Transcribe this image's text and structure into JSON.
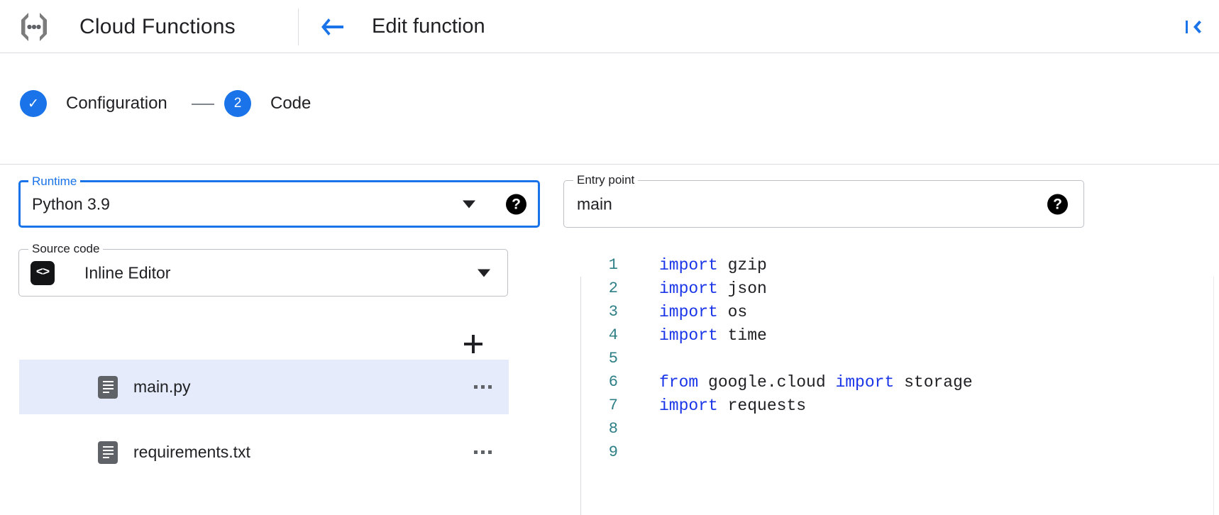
{
  "header": {
    "logo_icon": "cloud-functions-logo",
    "product_title": "Cloud Functions",
    "back_icon": "back-arrow-icon",
    "page_title": "Edit function",
    "collapse_icon": "collapse-panel-icon"
  },
  "stepper": {
    "steps": [
      {
        "marker": "✓",
        "label": "Configuration",
        "state": "completed"
      },
      {
        "marker": "2",
        "label": "Code",
        "state": "active"
      }
    ]
  },
  "form": {
    "runtime": {
      "legend": "Runtime",
      "value": "Python 3.9",
      "focused": true,
      "help_icon": "help-icon",
      "caret_icon": "chevron-down-icon"
    },
    "entry_point": {
      "legend": "Entry point",
      "value": "main",
      "focused": false,
      "help_icon": "help-icon"
    },
    "source_code": {
      "legend": "Source code",
      "value": "Inline Editor",
      "chip_icon": "code-brackets-icon",
      "chip_glyph": "<>",
      "caret_icon": "chevron-down-icon"
    }
  },
  "files": {
    "add_icon": "add-file-icon",
    "items": [
      {
        "name": "main.py",
        "selected": true,
        "icon": "file-icon",
        "more_icon": "more-options-icon"
      },
      {
        "name": "requirements.txt",
        "selected": false,
        "icon": "file-icon",
        "more_icon": "more-options-icon"
      }
    ]
  },
  "editor": {
    "lines": [
      {
        "no": "1",
        "tokens": [
          {
            "t": "import",
            "k": true
          },
          {
            "t": " gzip",
            "k": false
          }
        ]
      },
      {
        "no": "2",
        "tokens": [
          {
            "t": "import",
            "k": true
          },
          {
            "t": " json",
            "k": false
          }
        ]
      },
      {
        "no": "3",
        "tokens": [
          {
            "t": "import",
            "k": true
          },
          {
            "t": " os",
            "k": false
          }
        ]
      },
      {
        "no": "4",
        "tokens": [
          {
            "t": "import",
            "k": true
          },
          {
            "t": " time",
            "k": false
          }
        ]
      },
      {
        "no": "5",
        "tokens": []
      },
      {
        "no": "6",
        "tokens": [
          {
            "t": "from",
            "k": true
          },
          {
            "t": " google.cloud ",
            "k": false
          },
          {
            "t": "import",
            "k": true
          },
          {
            "t": " storage",
            "k": false
          }
        ]
      },
      {
        "no": "7",
        "tokens": [
          {
            "t": "import",
            "k": true
          },
          {
            "t": " requests",
            "k": false
          }
        ]
      },
      {
        "no": "8",
        "tokens": []
      },
      {
        "no": "9",
        "tokens": []
      }
    ]
  },
  "colors": {
    "accent": "#1a73e8",
    "keyword": "#1a35e8",
    "line_number": "#2e7f86",
    "selected_row": "#e5ebfa",
    "border": "#dadce0"
  }
}
